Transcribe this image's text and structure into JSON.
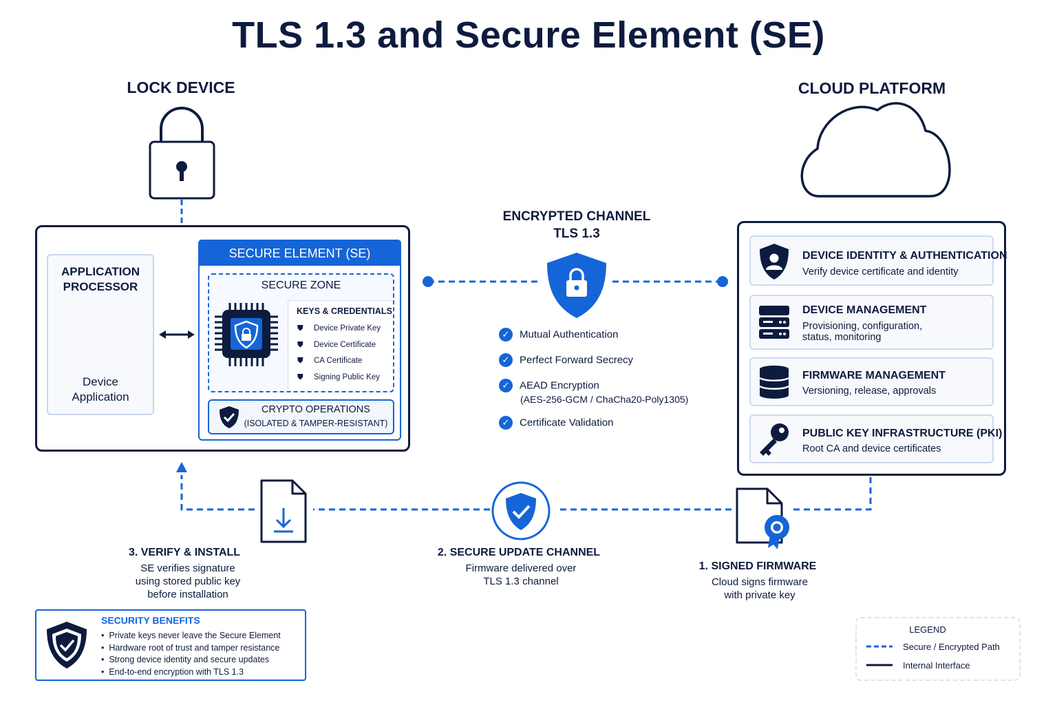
{
  "title": "TLS 1.3 and Secure Element (SE)",
  "lock_device": {
    "title": "LOCK DEVICE",
    "app_processor": {
      "title_line1": "APPLICATION",
      "title_line2": "PROCESSOR",
      "sub_line1": "Device",
      "sub_line2": "Application"
    },
    "secure_element": {
      "header": "SECURE ELEMENT (SE)",
      "secure_zone": "SECURE ZONE",
      "keys_title": "KEYS & CREDENTIALS",
      "keys": [
        "Device Private Key",
        "Device Certificate",
        "CA Certificate",
        "Signing Public Key"
      ],
      "crypto_line1": "CRYPTO OPERATIONS",
      "crypto_line2": "(ISOLATED & TAMPER-RESISTANT)"
    }
  },
  "channel": {
    "title_line1": "ENCRYPTED CHANNEL",
    "title_line2": "TLS 1.3",
    "features": [
      "Mutual Authentication",
      "Perfect Forward Secrecy",
      "AEAD Encryption",
      "Certificate Validation"
    ],
    "aead_detail": "(AES-256-GCM / ChaCha20-Poly1305)"
  },
  "cloud": {
    "title": "CLOUD PLATFORM",
    "services": [
      {
        "title": "DEVICE IDENTITY & AUTHENTICATION",
        "desc1": "Verify device certificate and identity",
        "desc2": ""
      },
      {
        "title": "DEVICE MANAGEMENT",
        "desc1": "Provisioning, configuration,",
        "desc2": "status, monitoring"
      },
      {
        "title": "FIRMWARE MANAGEMENT",
        "desc1": "Versioning, release, approvals",
        "desc2": ""
      },
      {
        "title": "PUBLIC KEY INFRASTRUCTURE (PKI)",
        "desc1": "Root CA and device certificates",
        "desc2": ""
      }
    ]
  },
  "steps": [
    {
      "title": "3. VERIFY & INSTALL",
      "lines": [
        "SE verifies signature",
        "using stored public key",
        "before installation"
      ]
    },
    {
      "title": "2. SECURE UPDATE CHANNEL",
      "lines": [
        "Firmware delivered over",
        "TLS 1.3 channel"
      ]
    },
    {
      "title": "1. SIGNED FIRMWARE",
      "lines": [
        "Cloud signs firmware",
        "with private key"
      ]
    }
  ],
  "benefits": {
    "title": "SECURITY BENEFITS",
    "items": [
      "Private keys never leave the Secure Element",
      "Hardware root of trust and tamper resistance",
      "Strong device identity and secure updates",
      "End-to-end encryption with TLS 1.3"
    ]
  },
  "legend": {
    "title": "LEGEND",
    "items": [
      "Secure / Encrypted Path",
      "Internal Interface"
    ]
  },
  "colors": {
    "navy": "#0d1b3e",
    "accent": "#1565d8"
  }
}
